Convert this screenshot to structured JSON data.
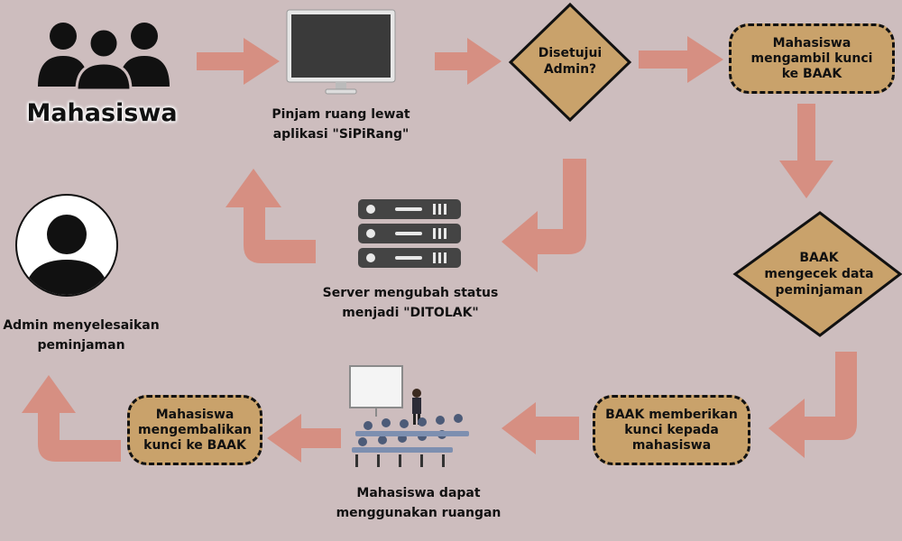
{
  "students": {
    "title": "Mahasiswa"
  },
  "steps": {
    "borrow": "Pinjam ruang lewat aplikasi \"SiPiRang\"",
    "approved": "Disetujui Admin?",
    "take_key": "Mahasiswa mengambil kunci ke BAAK",
    "check_data": "BAAK mengecek data peminjaman",
    "give_key": "BAAK memberikan kunci kepada mahasiswa",
    "use_room": "Mahasiswa dapat menggunakan ruangan",
    "return_key": "Mahasiswa mengembalikan kunci ke BAAK",
    "rejected": "Server mengubah status menjadi \"DITOLAK\"",
    "finish": "Admin menyelesaikan peminjaman"
  },
  "colors": {
    "background": "#cdbdbe",
    "arrow": "#d68f82",
    "box_fill": "#c9a26b",
    "outline": "#111111"
  }
}
